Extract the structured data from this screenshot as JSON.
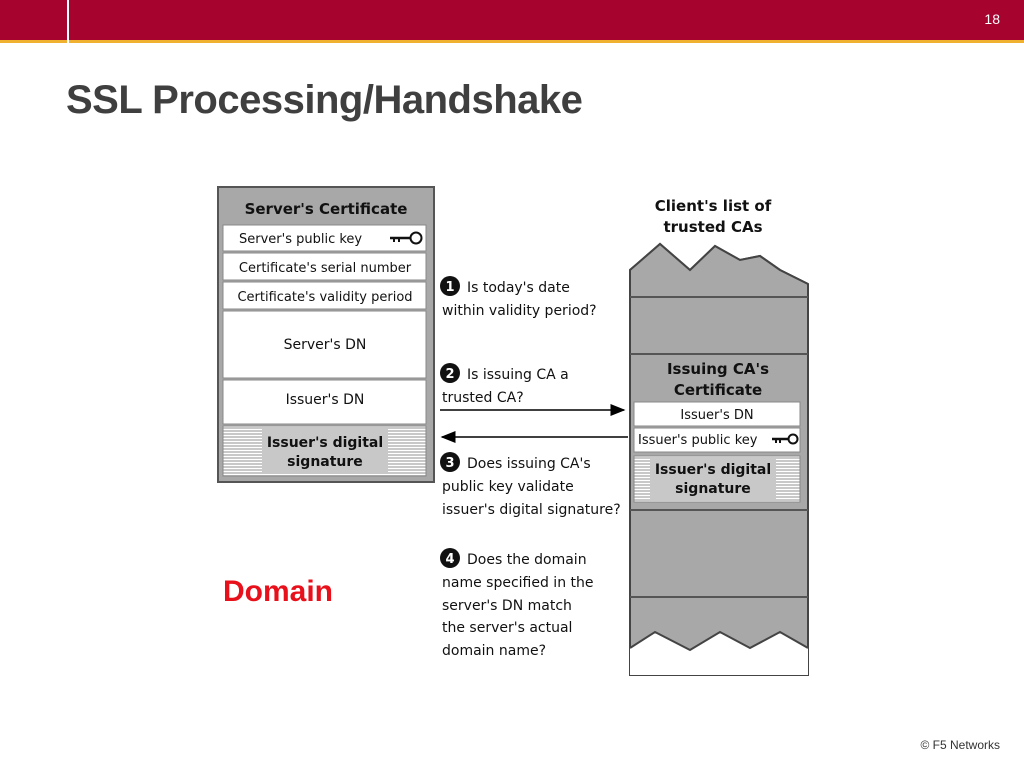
{
  "header": {
    "slide_number": "18"
  },
  "title": "SSL Processing/Handshake",
  "server_certificate": {
    "heading": "Server's Certificate",
    "public_key": "Server's public key",
    "serial_number": "Certificate's serial number",
    "validity_period": "Certificate's validity period",
    "server_dn": "Server's DN",
    "issuer_dn": "Issuer's DN",
    "signature_line1": "Issuer's digital",
    "signature_line2": "signature"
  },
  "client_list": {
    "heading_line1": "Client's list of",
    "heading_line2": "trusted CAs"
  },
  "issuing_ca_certificate": {
    "heading_line1": "Issuing CA's",
    "heading_line2": "Certificate",
    "issuer_dn": "Issuer's DN",
    "public_key": "Issuer's public key",
    "signature_line1": "Issuer's digital",
    "signature_line2": "signature"
  },
  "steps": [
    {
      "number": "1",
      "lines": [
        "Is today's date",
        "within validity period?"
      ]
    },
    {
      "number": "2",
      "lines": [
        "Is issuing CA a",
        "trusted CA?"
      ]
    },
    {
      "number": "3",
      "lines": [
        "Does issuing CA's",
        "public key validate",
        "issuer's digital signature?"
      ]
    },
    {
      "number": "4",
      "lines": [
        "Does the domain",
        "name specified in the",
        "server's DN match",
        "the server's actual",
        "domain name?"
      ]
    }
  ],
  "annotation": "Domain",
  "footer": "© F5 Networks",
  "colors": {
    "brand_red": "#a6042e",
    "accent_gold": "#f0b030",
    "annotation_red": "#e8101a",
    "panel_gray": "#a8a8a8"
  }
}
